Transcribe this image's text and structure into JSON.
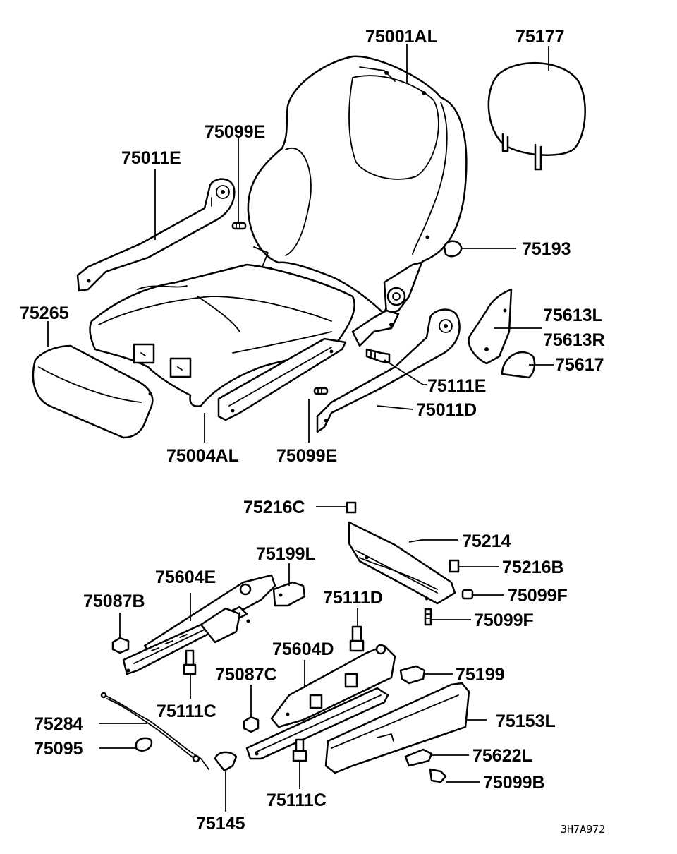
{
  "diagram": {
    "code": "3H7A972",
    "labels": {
      "seatback": "75001AL",
      "headrest": "75177",
      "bolt_upper_left": "75099E",
      "side_cover_left": "75011E",
      "knob": "75193",
      "cushion_side_pad": "75265",
      "recliner_cover_l": "75613L",
      "recliner_cover_r": "75613R",
      "recliner_knob": "75617",
      "bolt_right": "75111E",
      "side_cover_right": "75011D",
      "cushion": "75004AL",
      "bolt_lower": "75099E",
      "clip_c": "75216C",
      "rod": "75214",
      "clip_b": "75216B",
      "nut_f": "75099F",
      "screw_f": "75099F",
      "cover_l": "75199L",
      "rail_left": "75604E",
      "nut_b": "75087B",
      "bolt_d": "75111D",
      "rail_right": "75604D",
      "cover_right": "75199",
      "nut_c": "75087C",
      "bolt_c_upper": "75111C",
      "cable": "75284",
      "clamp": "75095",
      "rail_trim": "75153L",
      "trim_cap": "75622L",
      "bolt_b": "75099B",
      "bolt_c_lower": "75111C",
      "cap": "75145"
    }
  }
}
